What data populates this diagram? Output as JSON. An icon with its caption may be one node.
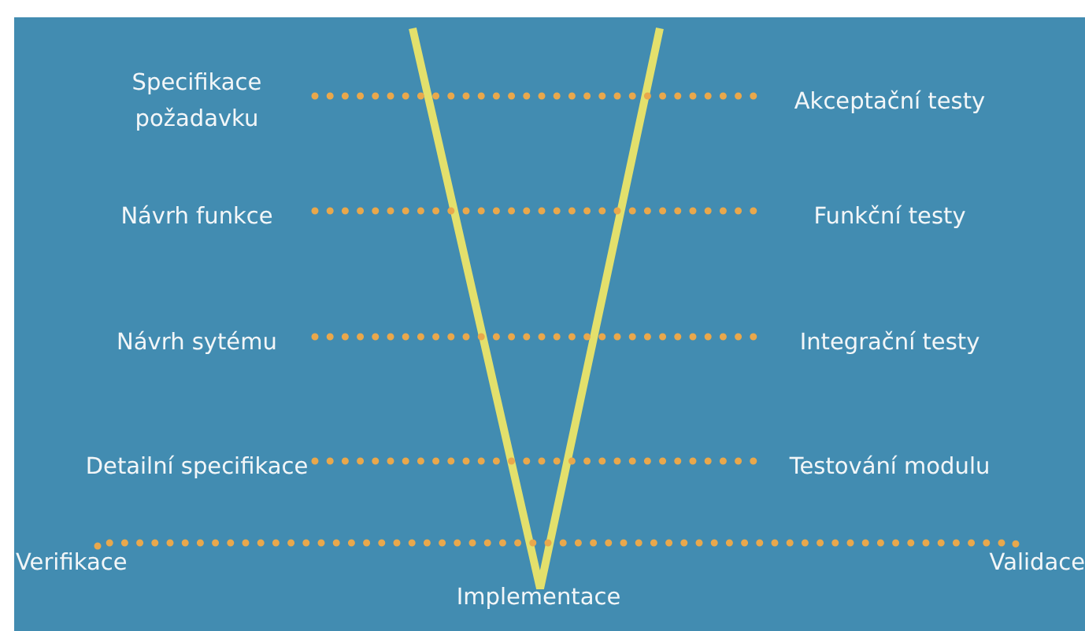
{
  "diagram": {
    "nodes": [
      {
        "text": [
          "Specifikace požadavku"
        ]
      },
      {
        "text": [
          "Akceptační testy"
        ]
      },
      {
        "text": [
          "Návrh funkce"
        ]
      },
      {
        "text": [
          "Funkční testy"
        ]
      },
      {
        "text": [
          "Návrh sytému"
        ]
      },
      {
        "text": [
          "Integrační testy"
        ]
      },
      {
        "text": [
          "Detailní specifikace"
        ]
      },
      {
        "text": [
          "Testování modulu"
        ]
      },
      {
        "text": [
          "Verifikace"
        ]
      },
      {
        "text": [
          "Validace"
        ]
      }
    ],
    "edges": [
      {
        "from": 0,
        "to": 1,
        "arrow": "none",
        "style": "dashed"
      },
      {
        "from": 2,
        "to": 3,
        "arrow": "none",
        "style": "dashed"
      },
      {
        "from": 4,
        "to": 5,
        "arrow": "none",
        "style": "dashed"
      },
      {
        "from": 6,
        "to": 7,
        "arrow": "none",
        "style": "dashed"
      },
      {
        "from": 8,
        "to": 9,
        "arrow": "none",
        "style": "dashed"
      }
    ],
    "labels": [
      "Implementace"
    ]
  }
}
